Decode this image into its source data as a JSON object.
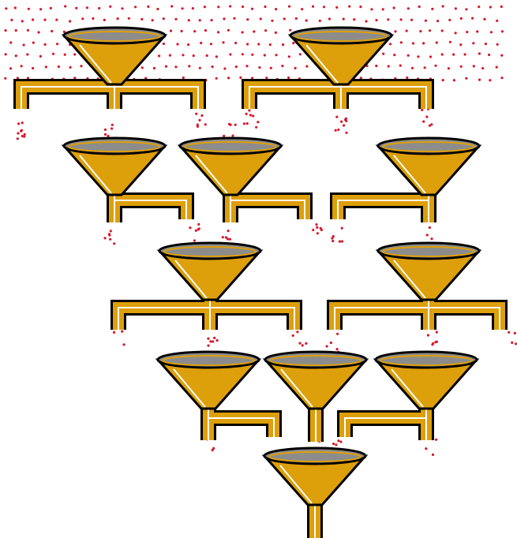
{
  "colors": {
    "background": "#ffffff",
    "funnel_fill": "#dd9f0a",
    "funnel_outline": "#000000",
    "funnel_highlight": "#ffffff",
    "funnel_mouth": "#8c8c8c",
    "droplet": "#d8182a"
  },
  "diagram": {
    "rows": [
      {
        "funnels": [
          {
            "outlet": "tee"
          },
          {
            "outlet": "tee"
          }
        ]
      },
      {
        "funnels": [
          {
            "outlet": "right"
          },
          {
            "outlet": "right"
          },
          {
            "outlet": "left"
          }
        ]
      },
      {
        "funnels": [
          {
            "outlet": "tee"
          },
          {
            "outlet": "tee"
          }
        ]
      },
      {
        "funnels": [
          {
            "outlet": "right"
          },
          {
            "outlet": "straight"
          },
          {
            "outlet": "left"
          }
        ]
      },
      {
        "funnels": [
          {
            "outlet": "straight"
          }
        ]
      }
    ]
  }
}
